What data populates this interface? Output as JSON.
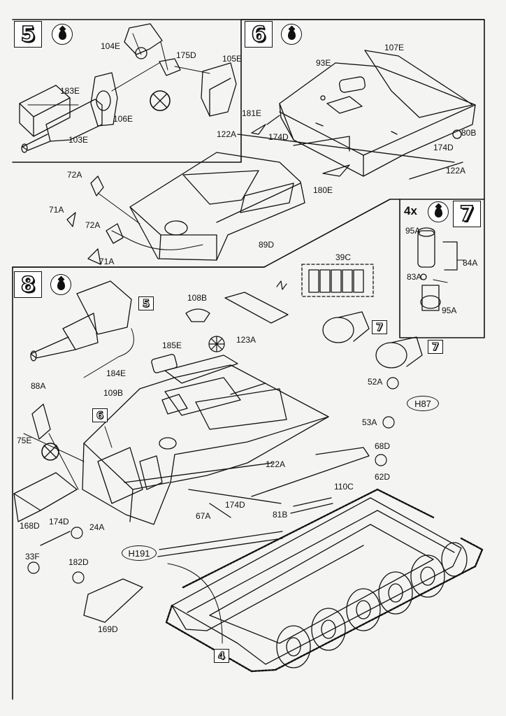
{
  "steps": {
    "s5": {
      "number": "5"
    },
    "s6": {
      "number": "6"
    },
    "s7": {
      "number": "7",
      "multiplier": "4x"
    },
    "s8": {
      "number": "8"
    }
  },
  "refs": {
    "ref5": "5",
    "ref6": "6",
    "ref7a": "7",
    "ref7b": "7",
    "ref4": "4"
  },
  "callouts": {
    "h87": "H87",
    "h191": "H191"
  },
  "parts": {
    "p104E": "104E",
    "p175D": "175D",
    "p105E": "105E",
    "p183E": "183E",
    "p106E": "106E",
    "p103E": "103E",
    "p107E": "107E",
    "p93E": "93E",
    "p181E": "181E",
    "p122A_1": "122A",
    "p174D_1": "174D",
    "p80B": "80B",
    "p174D_2": "174D",
    "p122A_2": "122A",
    "p180E": "180E",
    "p72A_1": "72A",
    "p71A_1": "71A",
    "p72A_2": "72A",
    "p71A_2": "71A",
    "p89D": "89D",
    "p95A_1": "95A",
    "p84A": "84A",
    "p83A": "83A",
    "p95A_2": "95A",
    "p39C": "39C",
    "p108B": "108B",
    "p185E": "185E",
    "p123A": "123A",
    "p184E": "184E",
    "p109B": "109B",
    "p88A": "88A",
    "p75E": "75E",
    "p52A": "52A",
    "p53A": "53A",
    "p68D": "68D",
    "p62D": "62D",
    "p122A_3": "122A",
    "p110C": "110C",
    "p174D_3": "174D",
    "p67A": "67A",
    "p81B": "81B",
    "p168D": "168D",
    "p174D_4": "174D",
    "p24A": "24A",
    "p33F": "33F",
    "p182D": "182D",
    "p169D": "169D"
  }
}
